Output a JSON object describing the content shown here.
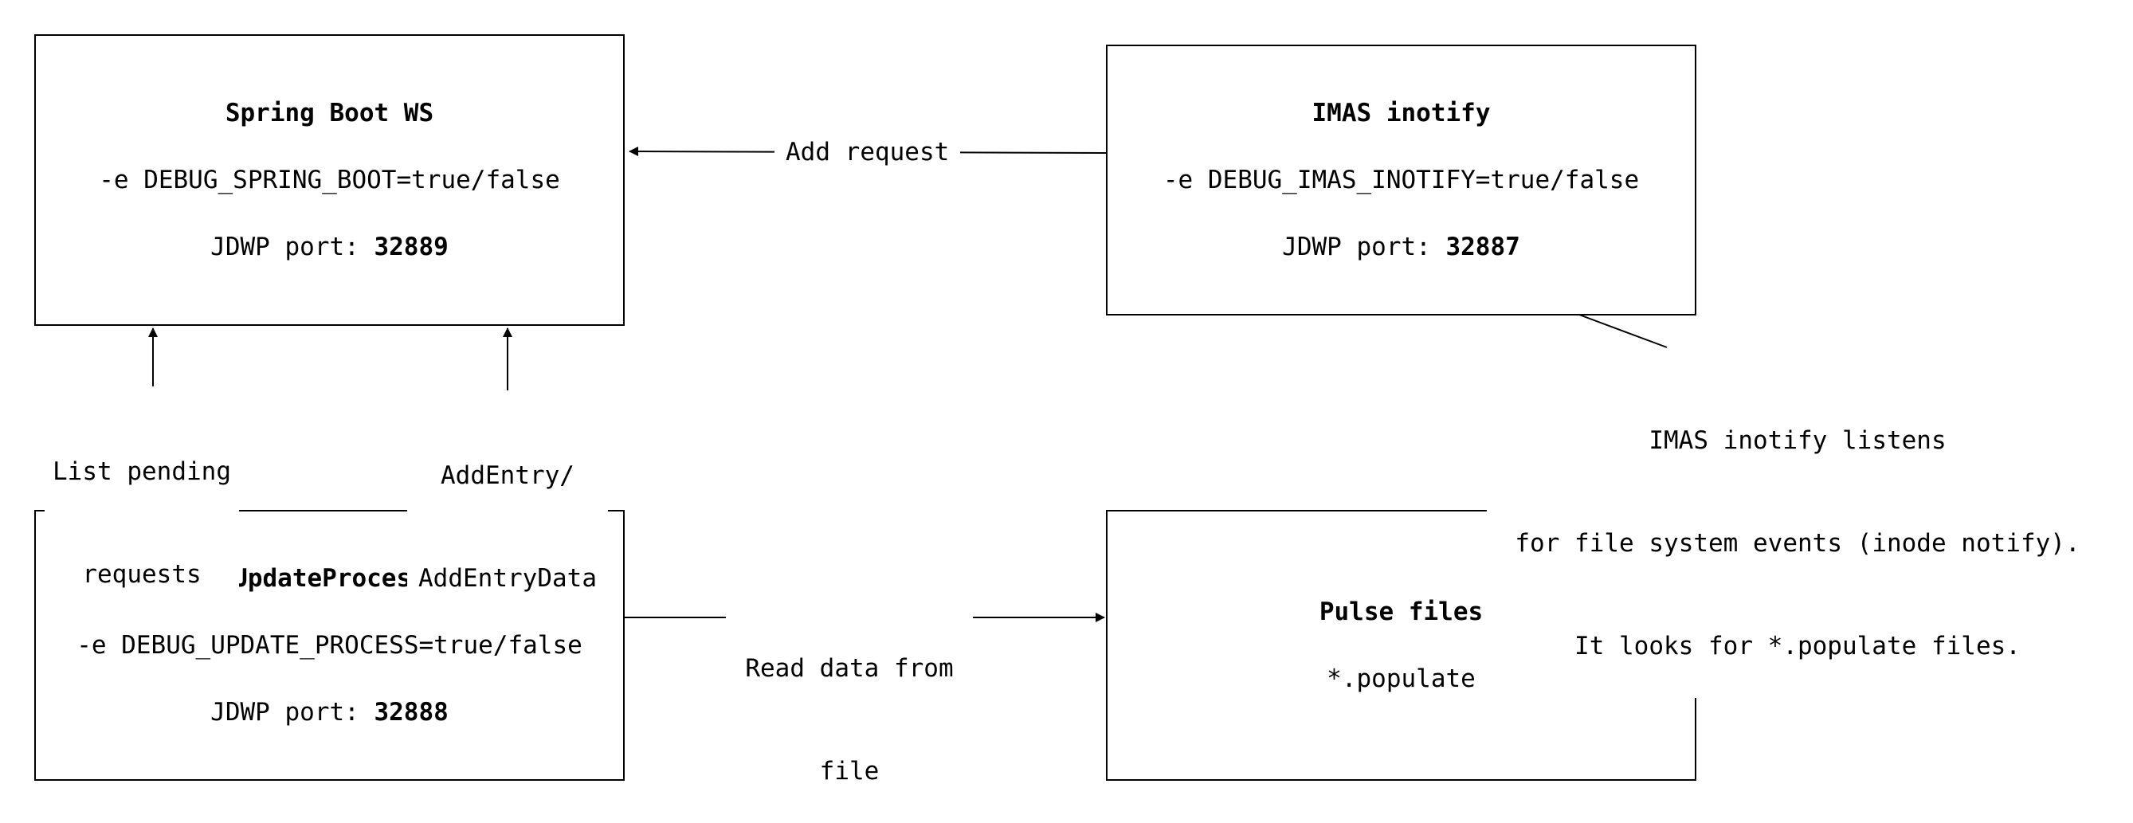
{
  "boxes": {
    "spring_boot": {
      "title": "Spring Boot WS",
      "debug_flag": "-e DEBUG_SPRING_BOOT=true/false",
      "port_label": "JDWP port: ",
      "port": "32889"
    },
    "imas_inotify": {
      "title": "IMAS inotify",
      "debug_flag": "-e DEBUG_IMAS_INOTIFY=true/false",
      "port_label": "JDWP port: ",
      "port": "32887"
    },
    "update_process": {
      "title": "UpdateProcess",
      "debug_flag": "-e DEBUG_UPDATE_PROCESS=true/false",
      "port_label": "JDWP port: ",
      "port": "32888"
    },
    "pulse_files": {
      "title": "Pulse files",
      "pattern": "*.populate"
    }
  },
  "edges": {
    "add_request": "Add request",
    "list_pending": [
      "List pending",
      "requests"
    ],
    "add_entry": [
      "AddEntry/",
      "AddEntryData"
    ],
    "read_data": [
      "Read data from",
      "file"
    ]
  },
  "note": [
    "IMAS inotify listens",
    "for file system events (inode notify).",
    "It looks for *.populate files."
  ]
}
